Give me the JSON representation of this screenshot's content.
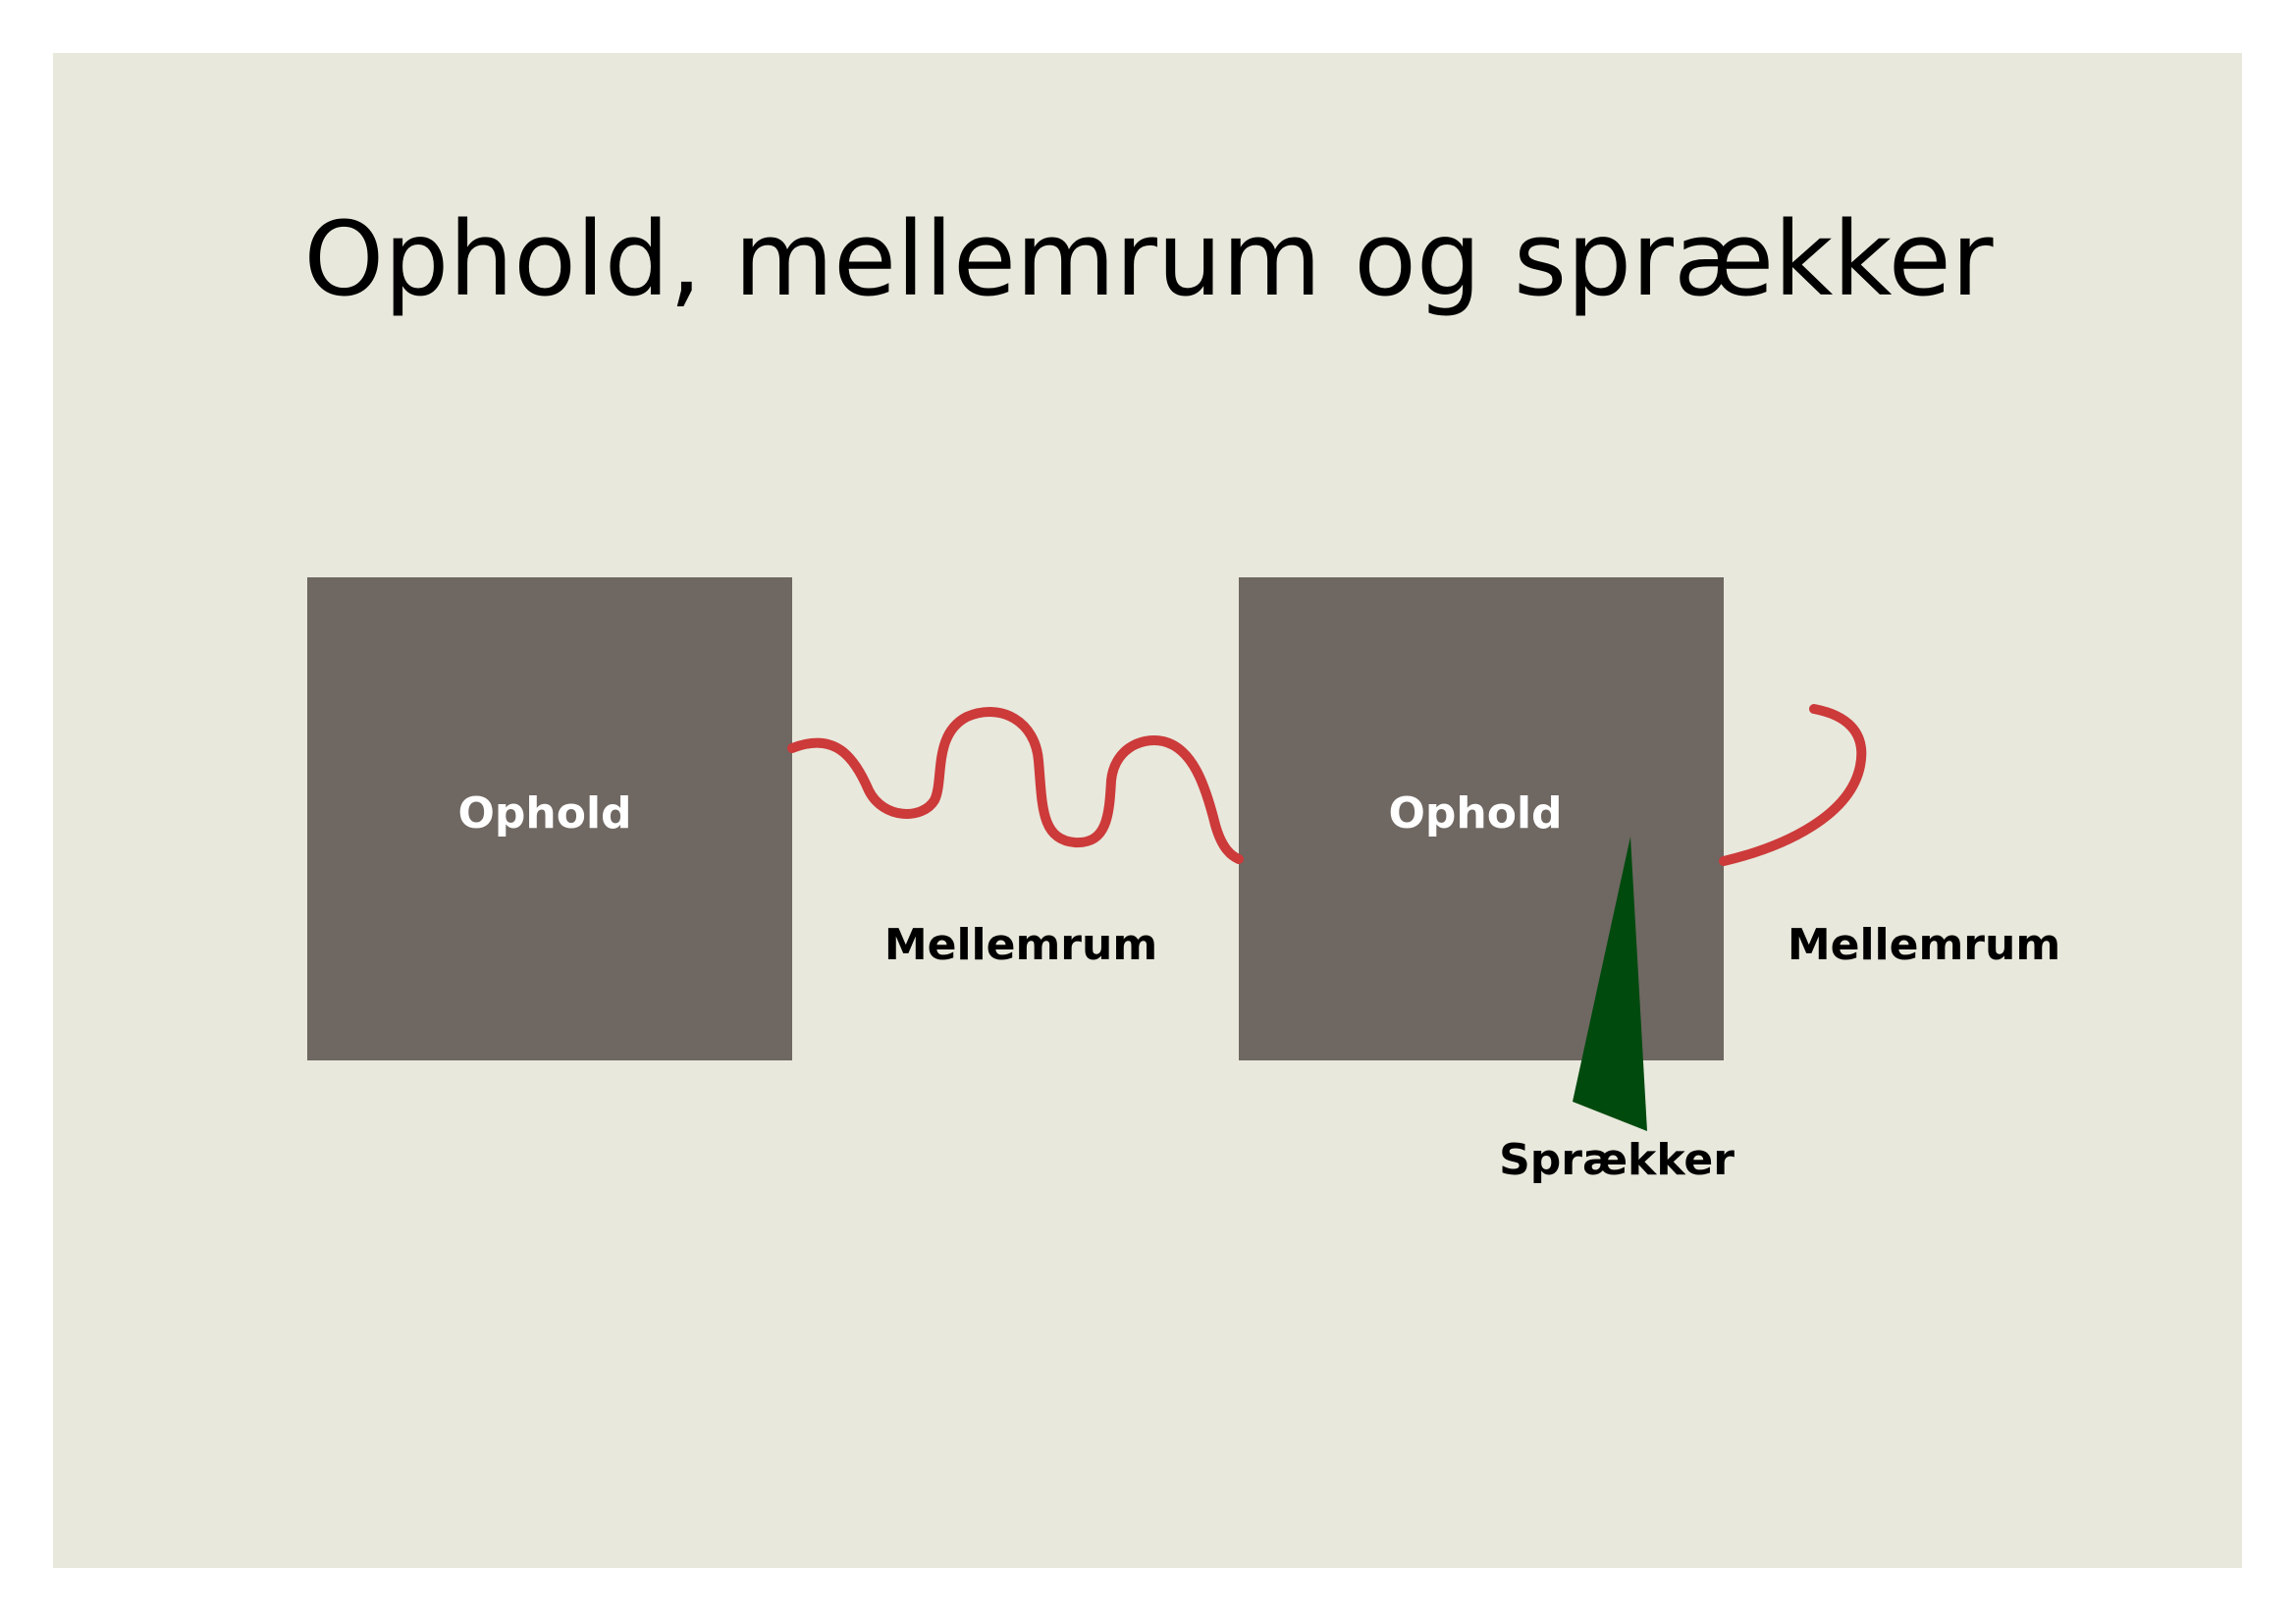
{
  "title": "Ophold, mellemrum og sprækker",
  "boxes": [
    {
      "label": "Ophold"
    },
    {
      "label": "Ophold"
    }
  ],
  "gaps": [
    {
      "label": "Mellemrum"
    },
    {
      "label": "Mellemrum"
    }
  ],
  "crack": {
    "label": "Sprækker"
  },
  "colors": {
    "background": "#e8e8dc",
    "box": "#6f6762",
    "line": "#cc3a3a",
    "crack": "#004a0e"
  }
}
